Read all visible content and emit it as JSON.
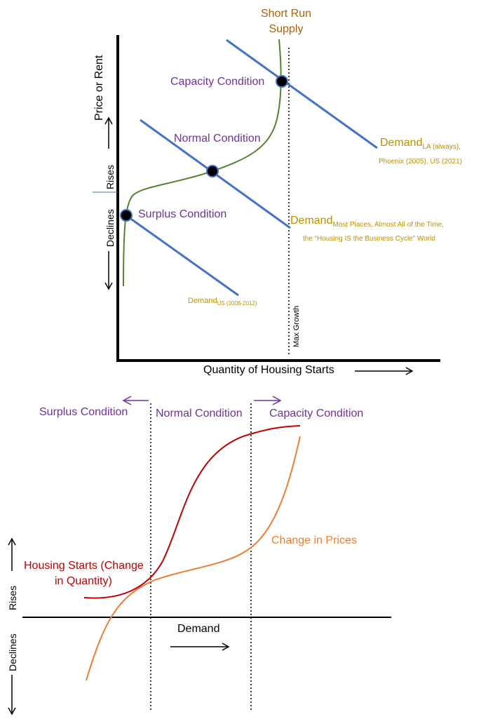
{
  "top": {
    "supply_label_line1": "Short Run",
    "supply_label_line2": "Supply",
    "y_axis_label": "Price or Rent",
    "rises_label": "Rises",
    "declines_label": "Declines",
    "x_axis_label": "Quantity of Housing Starts",
    "max_growth_label": "Max Growth",
    "capacity_condition": "Capacity Condition",
    "normal_condition": "Normal Condition",
    "surplus_condition": "Surplus Condition",
    "demand_la": {
      "main": "Demand",
      "sub": "LA (always),",
      "line2": "Phoenix (2005), US (2021)"
    },
    "demand_most": {
      "main": "Demand",
      "sub": "Most Places, Almost All of the Time,",
      "line2": "the “Housing IS the Business Cycle” World"
    },
    "demand_us": {
      "main": "Demand",
      "sub": "US (2008-2012)"
    }
  },
  "bottom": {
    "surplus_condition": "Surplus Condition",
    "normal_condition": "Normal Condition",
    "capacity_condition": "Capacity Condition",
    "change_in_prices": "Change in Prices",
    "housing_starts_line1": "Housing Starts (Change",
    "housing_starts_line2": "in Quantity)",
    "rises_label": "Rises",
    "declines_label": "Declines",
    "demand_label": "Demand"
  },
  "colors": {
    "demand_line": "#4472c4",
    "supply_curve": "#548235",
    "condition_text": "#7030a0",
    "demand_text": "#bf9000",
    "supply_text": "#b45f06",
    "housing_starts": "#c00000",
    "prices": "#ed7d31"
  }
}
